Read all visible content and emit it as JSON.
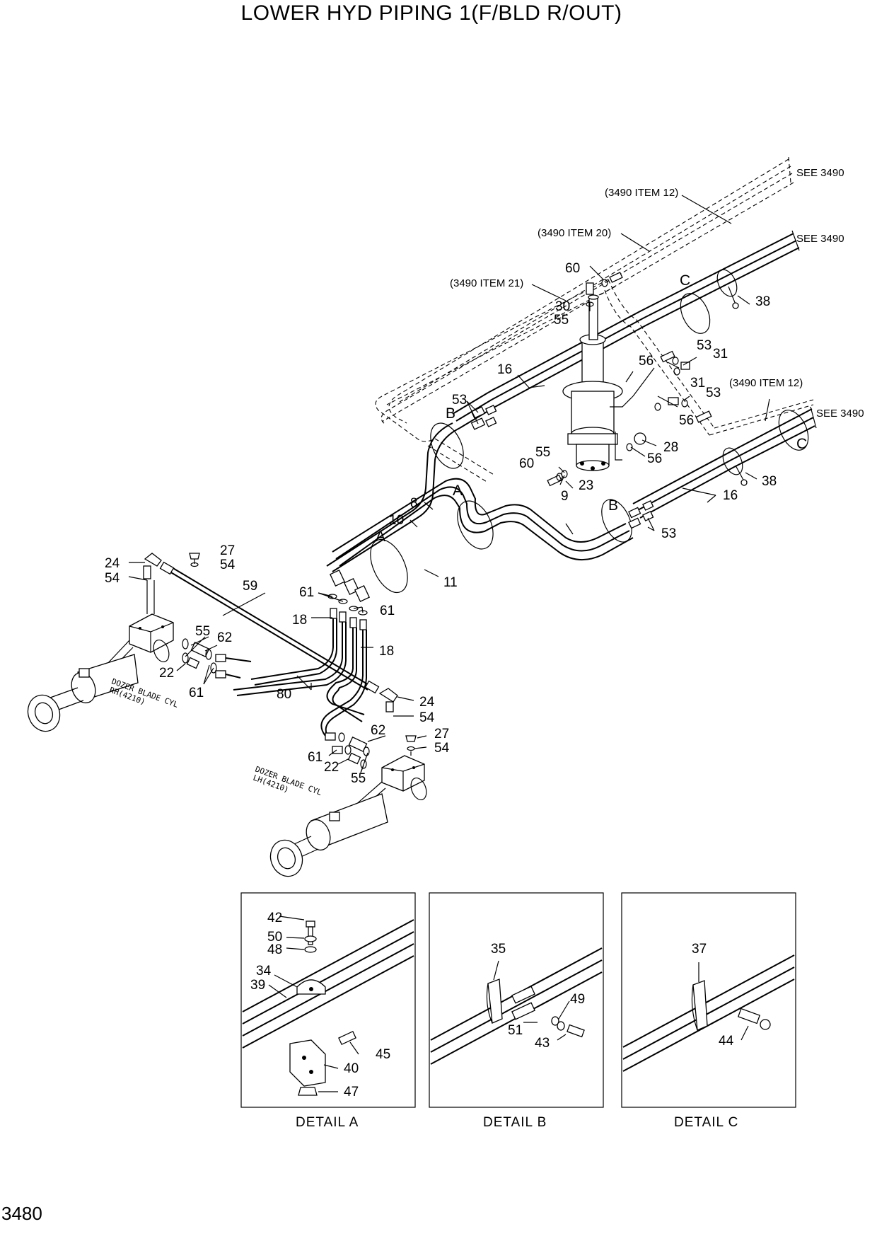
{
  "title": "LOWER HYD PIPING 1(F/BLD R/OUT)",
  "page_number": "3480",
  "references": {
    "see1": "SEE 3490",
    "see2": "SEE 3490",
    "see3": "SEE 3490",
    "item12_top": "(3490 ITEM 12)",
    "item20": "(3490 ITEM 20)",
    "item21": "(3490 ITEM 21)",
    "item12_right": "(3490 ITEM 12)"
  },
  "section_markers": {
    "A1": "A",
    "A2": "A",
    "B1": "B",
    "B2": "B",
    "C1": "C",
    "C2": "C"
  },
  "cylinder_labels": {
    "rh_line1": "DOZER BLADE CYL",
    "rh_line2": "RH(4210)",
    "lh_line1": "DOZER BLADE CYL",
    "lh_line2": "LH(4210)"
  },
  "callouts": {
    "c60a": "60",
    "c30": "30",
    "c55a": "55",
    "c16a": "16",
    "c53a": "53",
    "c56a": "56",
    "c53b": "53",
    "c31a": "31",
    "c31b": "31",
    "c53c": "53",
    "c56b": "56",
    "c28": "28",
    "c56c": "56",
    "c38a": "38",
    "c38b": "38",
    "c16b": "16",
    "c55b": "55",
    "c60b": "60",
    "c23": "23",
    "c9": "9",
    "c53d": "53",
    "c8": "8",
    "c10": "10",
    "c11": "11",
    "c27a": "27",
    "c54a": "54",
    "c24a": "24",
    "c54b": "54",
    "c59": "59",
    "c61a": "61",
    "c61b": "61",
    "c18a": "18",
    "c18b": "18",
    "c55c": "55",
    "c62a": "62",
    "c22a": "22",
    "c61c": "61",
    "c80": "80",
    "c24b": "24",
    "c54c": "54",
    "c62b": "62",
    "c27b": "27",
    "c54d": "54",
    "c61d": "61",
    "c22b": "22",
    "c55d": "55"
  },
  "details": {
    "a": {
      "caption": "DETAIL  A",
      "callouts": {
        "c42": "42",
        "c50": "50",
        "c48": "48",
        "c34": "34",
        "c39": "39",
        "c45": "45",
        "c40": "40",
        "c47": "47"
      }
    },
    "b": {
      "caption": "DETAIL  B",
      "callouts": {
        "c35": "35",
        "c49": "49",
        "c51": "51",
        "c43": "43"
      }
    },
    "c": {
      "caption": "DETAIL  C",
      "callouts": {
        "c37": "37",
        "c44": "44"
      }
    }
  }
}
